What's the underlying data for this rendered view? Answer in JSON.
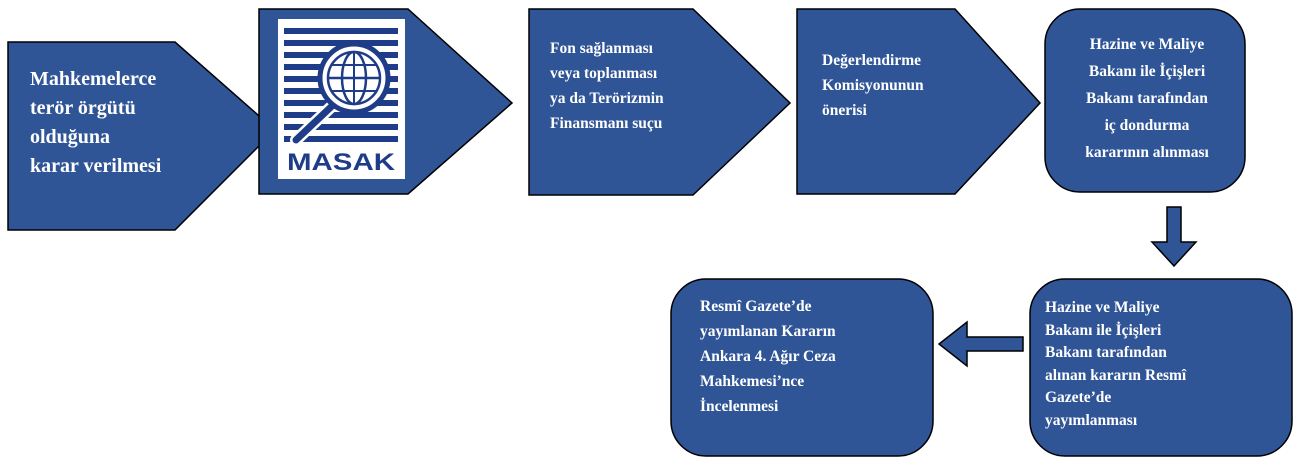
{
  "diagram": {
    "colors": {
      "box_fill": "#2F5597",
      "box_stroke": "#000000",
      "arrow_fill": "#2F5597",
      "text": "#FFFFFF"
    },
    "steps": [
      {
        "id": "step-court-ruling",
        "text": "Mahkemelerce\nterör örgütü\nolduğuna\nkarar verilmesi"
      },
      {
        "id": "step-masak",
        "logo_text": "MASAK"
      },
      {
        "id": "step-financing-offense",
        "text": "Fon sağlanması\nveya toplanması\nya da Terörizmin\nFinansmanı suçu"
      },
      {
        "id": "step-commission-proposal",
        "text": "Değerlendirme\nKomisyonunun\nönerisi"
      },
      {
        "id": "step-freeze-decision",
        "text": "Hazine ve Maliye\nBakanı ile İçişleri\nBakanı tarafından\niç dondurma\nkararının alınması"
      },
      {
        "id": "step-gazette-publication",
        "text": "Hazine ve Maliye\nBakanı ile İçişleri\nBakanı tarafından\nalınan kararın Resmî\nGazete’de\nyayımlanması"
      },
      {
        "id": "step-court-review",
        "text": "Resmî Gazete’de\nyayımlanan Kararın\nAnkara 4. Ağır Ceza\nMahkemesi’nce\nİncelenmesi"
      }
    ],
    "connectors": [
      {
        "from": "step-freeze-decision",
        "to": "step-gazette-publication",
        "direction": "down"
      },
      {
        "from": "step-gazette-publication",
        "to": "step-court-review",
        "direction": "left"
      }
    ]
  }
}
